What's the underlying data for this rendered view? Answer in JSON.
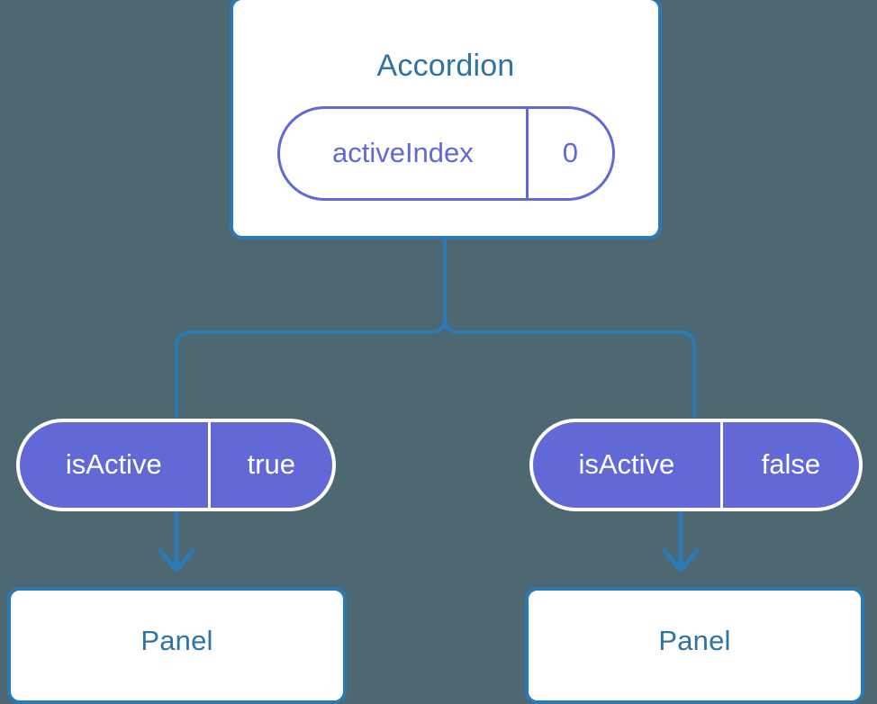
{
  "diagram": {
    "type": "component-tree",
    "background_color": "#4d6872",
    "accent_blue": "#2b7ab5",
    "accent_purple": "#6269d6",
    "outline_purple": "#6168d8",
    "title_blue": "#2e73a5"
  },
  "root": {
    "name": "Accordion",
    "state": {
      "key": "activeIndex",
      "value": "0"
    }
  },
  "branches": [
    {
      "id": "left",
      "prop": {
        "key": "isActive",
        "value": "true"
      },
      "child": {
        "name": "Panel"
      },
      "arrow": "arrow-down-icon"
    },
    {
      "id": "right",
      "prop": {
        "key": "isActive",
        "value": "false"
      },
      "child": {
        "name": "Panel"
      },
      "arrow": "arrow-down-icon"
    }
  ]
}
